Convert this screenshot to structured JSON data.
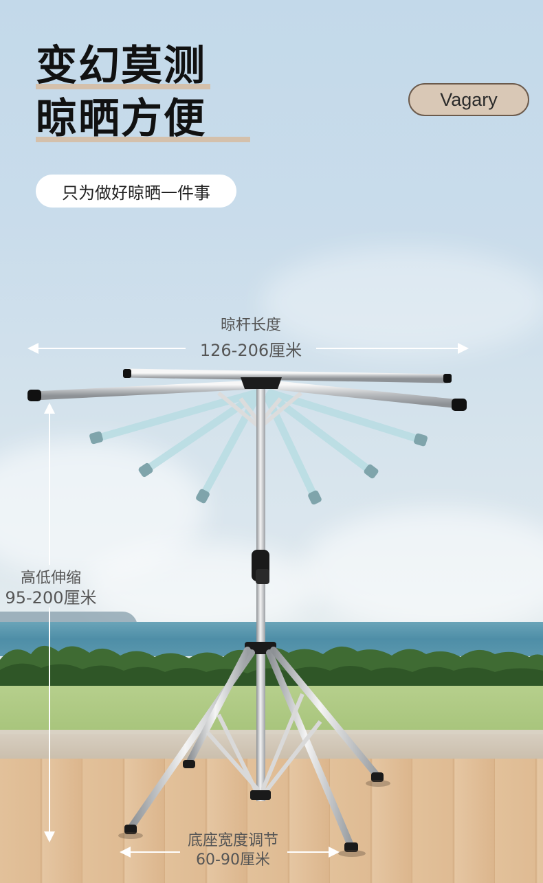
{
  "headline": {
    "line1": "变幻莫测",
    "line2": "晾晒方便"
  },
  "brand": "Vagary",
  "tagline": "只为做好晾晒一件事",
  "specs": {
    "rod_length": {
      "label": "晾杆长度",
      "value": "126-206厘米"
    },
    "height": {
      "label": "高低伸缩",
      "value": "95-200厘米"
    },
    "base_width": {
      "label": "底座宽度调节",
      "value": "60-90厘米"
    }
  },
  "colors": {
    "title": "#111111",
    "underline": "#d4c0ab",
    "brand_pill": "#d9c8b6",
    "arrow": "#ffffff",
    "label": "#555555"
  }
}
